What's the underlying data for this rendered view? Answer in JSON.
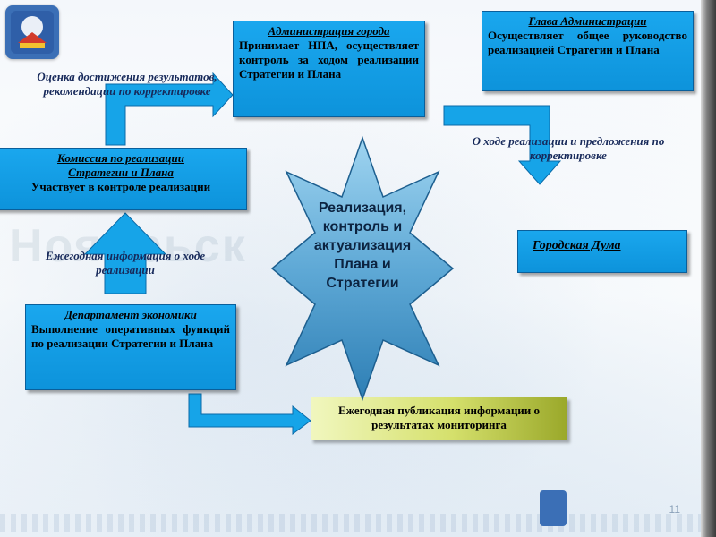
{
  "admin": {
    "title": "Администрация города",
    "text": "Принимает НПА, осуществляет контроль за ходом реализации Стратегии и Плана"
  },
  "head": {
    "title": "Глава Администрации",
    "text": "Осуществляет общее руководство реализацией Стратегии и Плана"
  },
  "commission": {
    "title_line1": "Комиссия по реализации",
    "title_line2": "Стратегии и Плана",
    "text": "Участвует в контроле реализации"
  },
  "duma": {
    "title": "Городская Дума"
  },
  "economy": {
    "title": "Департамент экономики",
    "text": "Выполнение оперативных функций по реализации Стратегии и Плана"
  },
  "center": {
    "text": "Реализация, контроль и актуализация Плана и Стратегии"
  },
  "labels": {
    "evaluation": "Оценка достижения результатов, рекомендации по корректировке",
    "progress": "О ходе реализации и предложения по корректировке",
    "yearly_info": "Ежегодная информация о ходе реализации"
  },
  "publication": {
    "text": "Ежегодная публикация информации о результатах мониторинга"
  },
  "footer": {
    "page_number": "11"
  },
  "colors": {
    "box_fill": "#1aa7ee",
    "arrow_fill": "#16a4e8",
    "star_fill": "#3d8ec0",
    "label_text": "#17295a"
  }
}
